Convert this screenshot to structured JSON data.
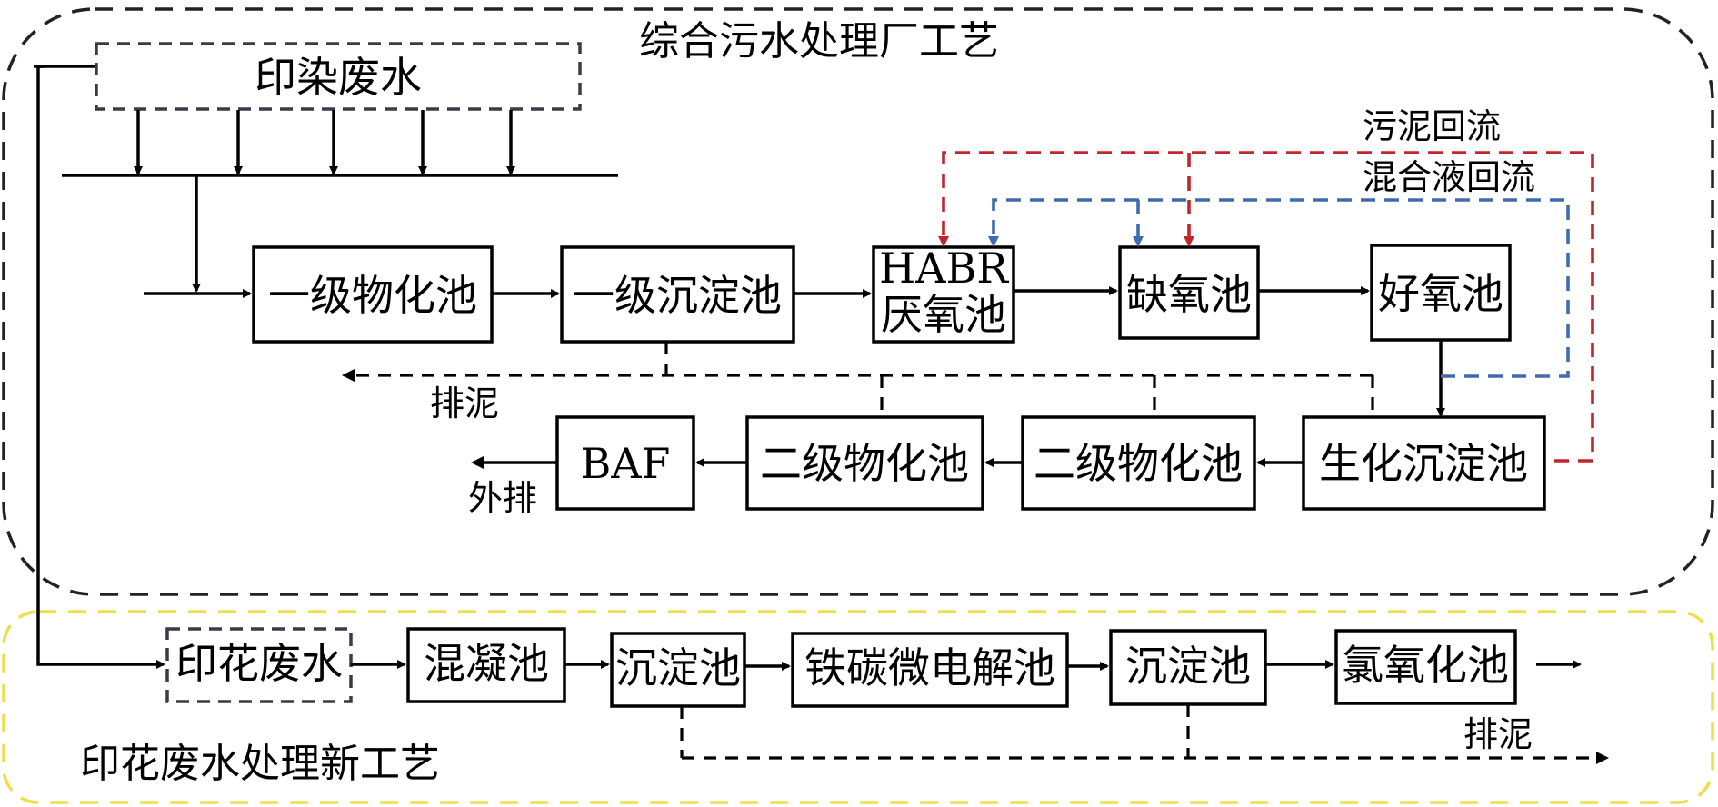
{
  "regions": {
    "integrated_plant_title": "综合污水处理厂工艺",
    "printing_new_title": "印花废水处理新工艺"
  },
  "sources": {
    "dyeing_wastewater": "印染废水",
    "printing_wastewater": "印花废水"
  },
  "units": {
    "primary_physchem": "一级物化池",
    "primary_settling": "一级沉淀池",
    "habr_line1": "HABR",
    "habr_line2": "厌氧池",
    "anoxic": "缺氧池",
    "aerobic": "好氧池",
    "bio_settling": "生化沉淀池",
    "secondary_physchem_a": "二级物化池",
    "secondary_physchem_b": "二级物化池",
    "baf": "BAF",
    "coagulation": "混凝池",
    "settling_1": "沉淀池",
    "iron_carbon": "铁碳微电解池",
    "settling_2": "沉淀池",
    "chlorination": "氯氧化池"
  },
  "flows": {
    "sludge_return": "污泥回流",
    "mixed_liquor_return": "混合液回流",
    "sludge_discharge_top": "排泥",
    "effluent": "外排",
    "sludge_discharge_bottom": "排泥"
  },
  "colors": {
    "sludge_return": "#c0272d",
    "mixed_liquor_return": "#3d6db0",
    "plant_region": "#222222",
    "new_process_region": "#f0dd4a"
  }
}
